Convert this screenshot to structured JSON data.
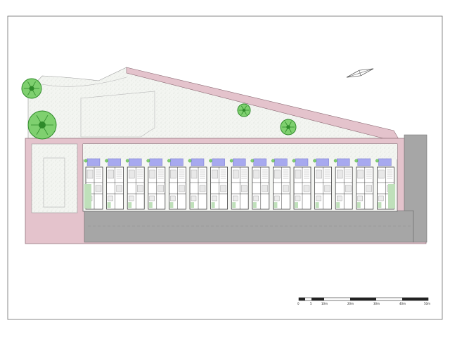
{
  "colors": {
    "frame": "#6b6b6b",
    "sidewalk": "#e4c3cc",
    "sidewalk_edge": "#8a6872",
    "road": "#a6a6a6",
    "road_edge": "#6a6a6a",
    "garden": "#f3f5f1",
    "garden_edge": "#9a9a9a",
    "building": "#ffffff",
    "wall": "#3f3f3f",
    "pool": "#a7a9ef",
    "lawn": "#bfe0ba",
    "tree_dark": "#2f8a2a",
    "tree_light": "#7fd06f"
  },
  "plan": {
    "unit_count": 15,
    "tree_count": 4,
    "north_arrow_icon": "north-arrow-icon"
  },
  "scale_bar": {
    "labels": [
      "0",
      "5",
      "10m",
      "20m",
      "30m",
      "40m",
      "50m"
    ]
  }
}
